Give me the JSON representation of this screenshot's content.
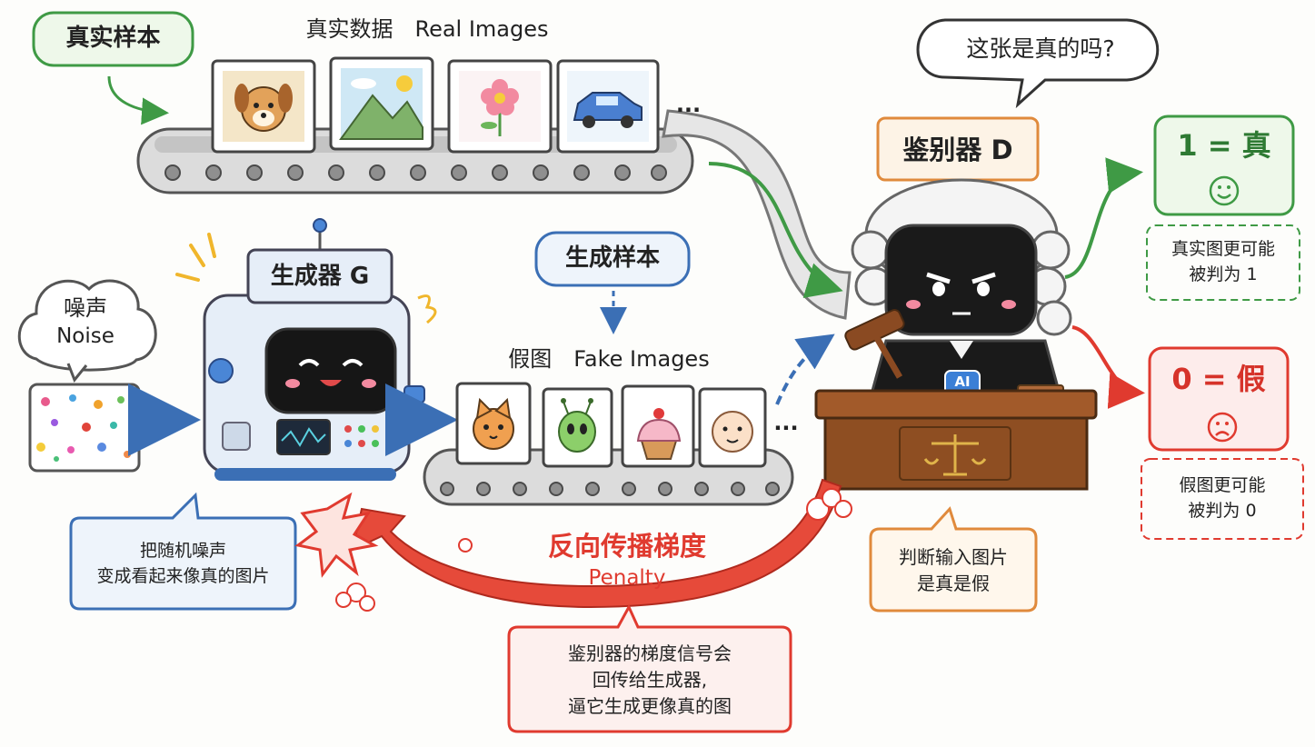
{
  "real_samples_tag": "真实样本",
  "real_data_title": "真实数据　Real Images",
  "noise": {
    "cn": "噪声",
    "en": "Noise"
  },
  "generator_label": "生成器 G",
  "generated_samples_tag": "生成样本",
  "fake_data_title": "假图　Fake Images",
  "question_bubble": "这张是真的吗?",
  "discriminator_label": "鉴别器 D",
  "judge_badge": "AI",
  "ellipsis": "...",
  "real_result": {
    "value": "1 = 真",
    "note_line1": "真实图更可能",
    "note_line2": "被判为 1"
  },
  "fake_result": {
    "value": "0 = 假",
    "note_line1": "假图更可能",
    "note_line2": "被判为 0"
  },
  "generator_note": {
    "line1": "把随机噪声",
    "line2": "变成看起来像真的图片"
  },
  "judge_note": {
    "line1": "判断输入图片",
    "line2": "是真是假"
  },
  "backprop": {
    "title": "反向传播梯度",
    "subtitle": "Penalty"
  },
  "gradient_note": {
    "line1": "鉴别器的梯度信号会",
    "line2": "回传给生成器,",
    "line3": "逼它生成更像真的图"
  },
  "real_images": [
    "dog-icon",
    "mountain-icon",
    "flower-icon",
    "car-icon"
  ],
  "fake_images": [
    "cat-icon",
    "alien-icon",
    "cupcake-icon",
    "baby-icon"
  ],
  "colors": {
    "green": "#3f9a45",
    "blue": "#3b6fb5",
    "orange": "#e08a3c",
    "red": "#e03a2f",
    "gray": "#7a7a7a"
  }
}
